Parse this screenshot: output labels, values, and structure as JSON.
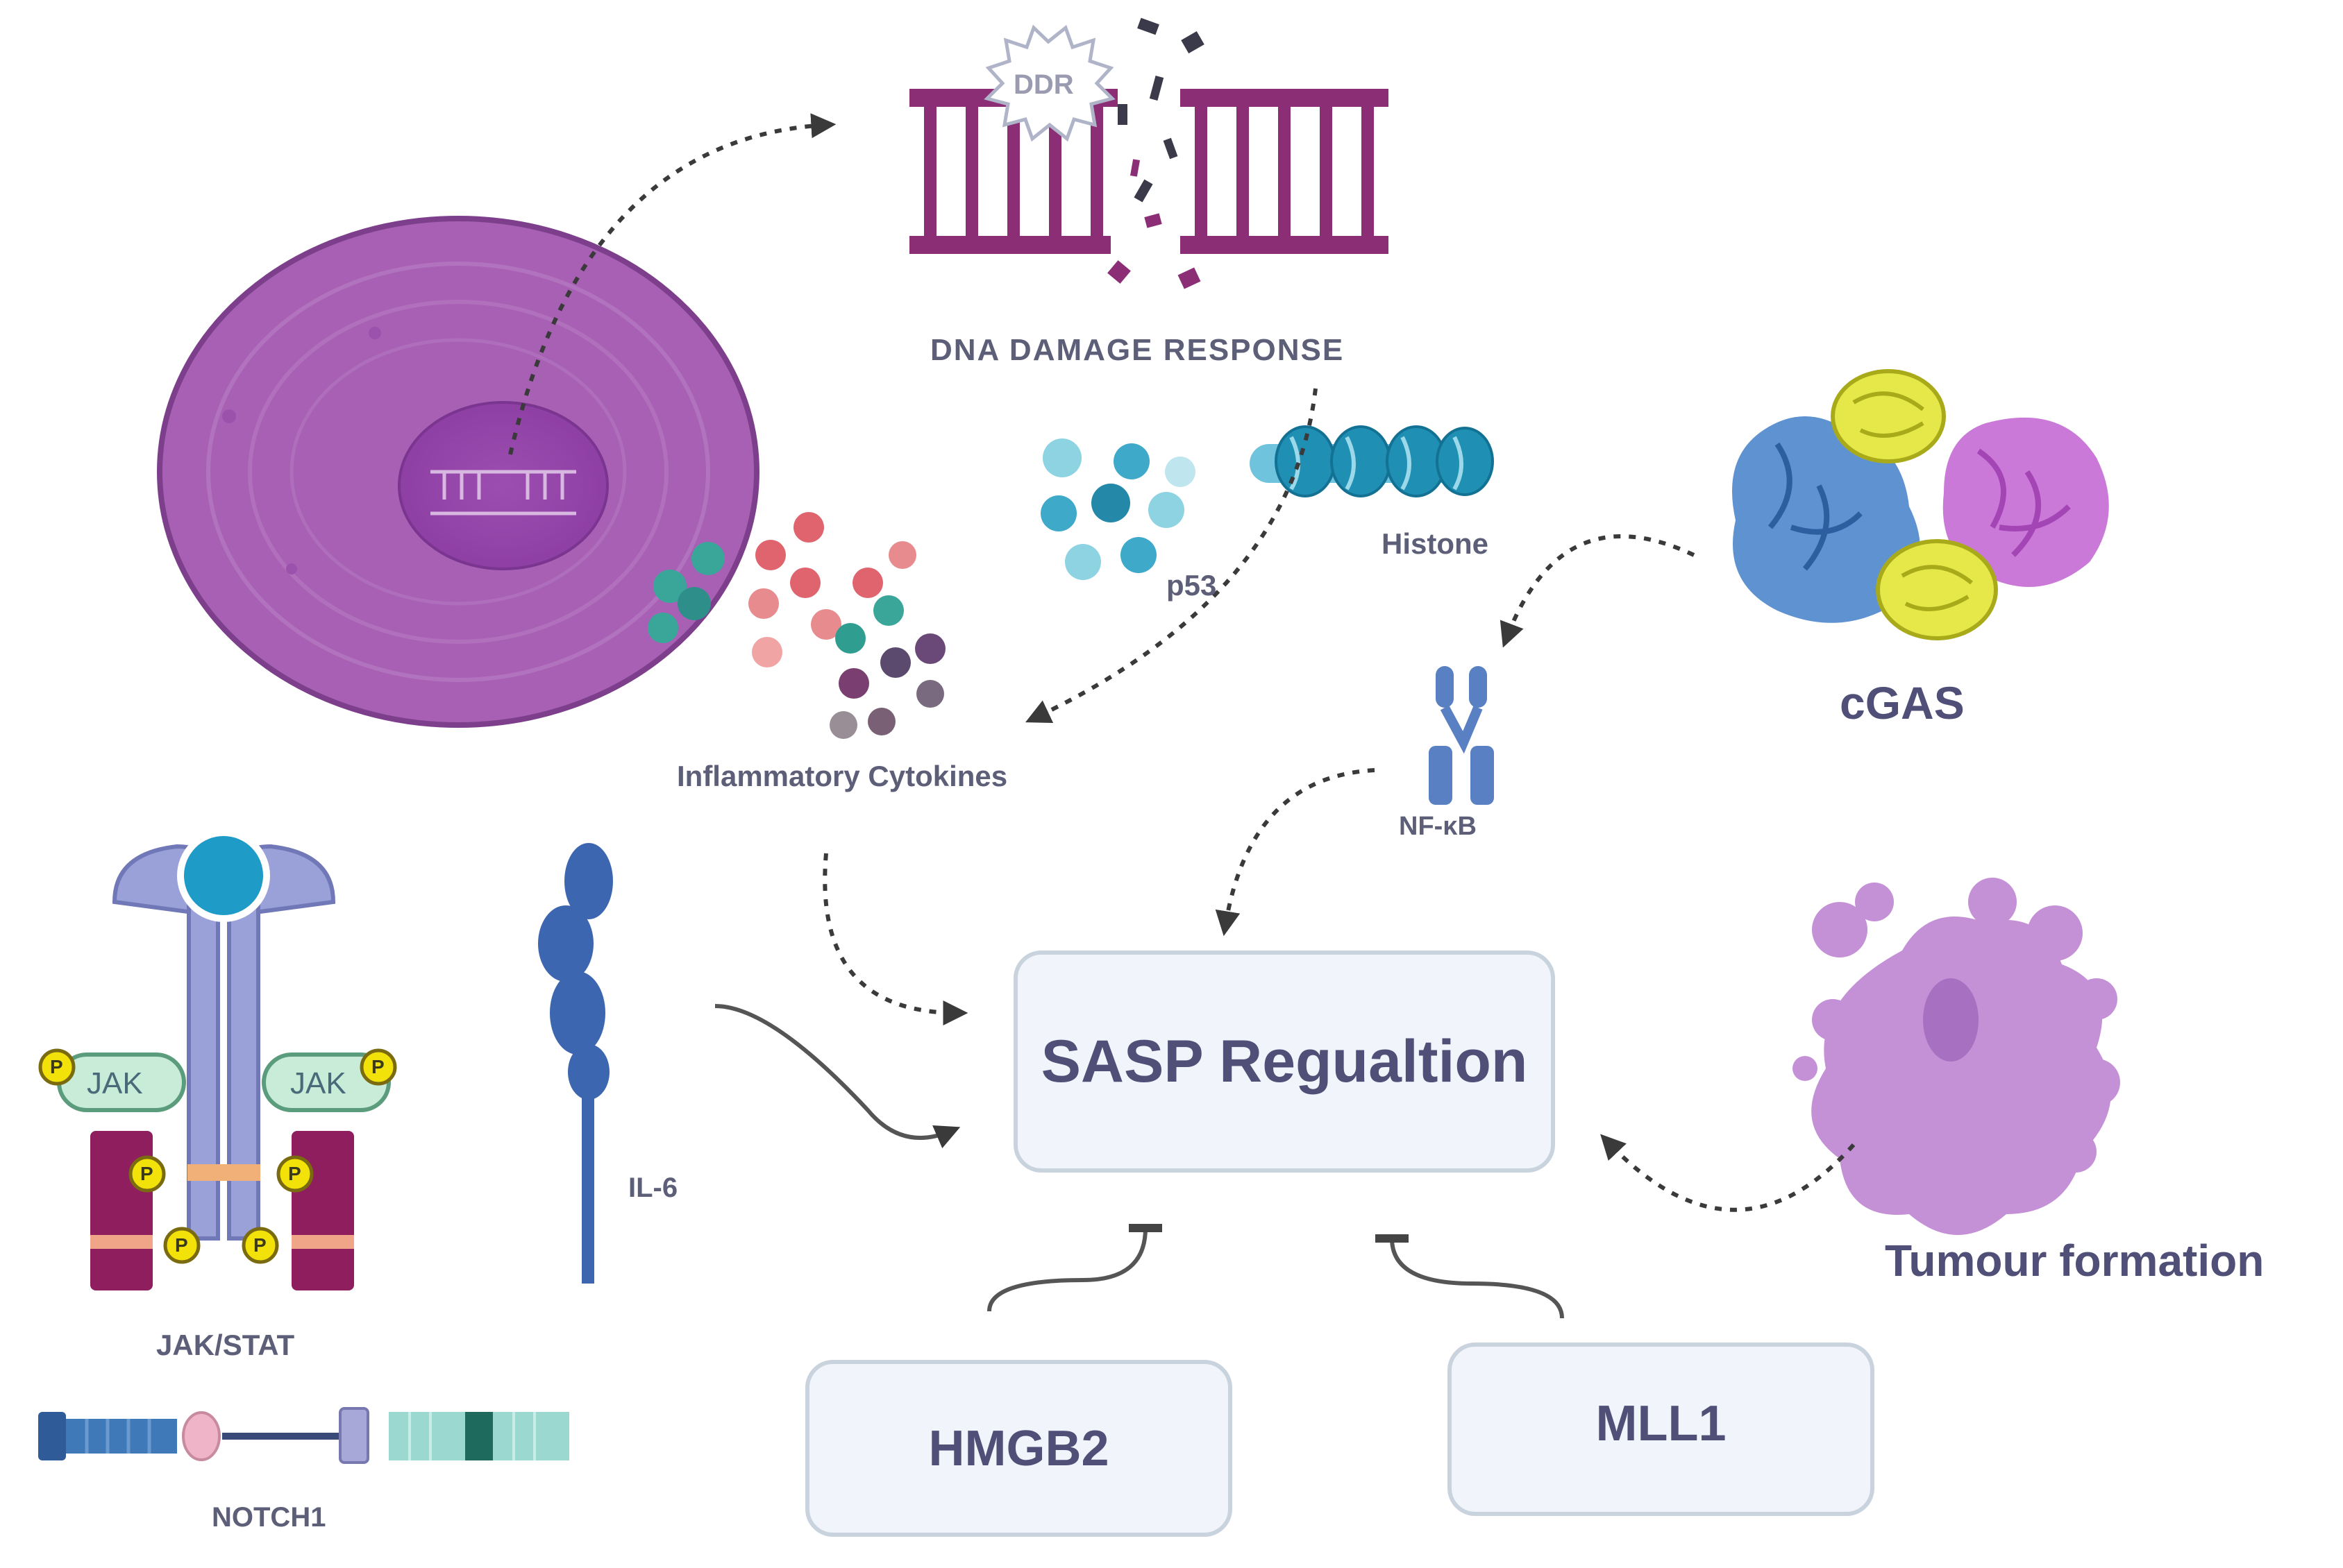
{
  "labels": {
    "ddr": "DDR",
    "dna_damage_response": "DNA DAMAGE RESPONSE",
    "histone": "Histone",
    "p53": "p53",
    "cgas": "cGAS",
    "inflammatory_cytokines": "Inflammatory Cytokines",
    "nfkb": "NF-κB",
    "il6": "IL-6",
    "jak": "JAK",
    "p": "P",
    "jak_stat": "JAK/STAT",
    "notch1": "NOTCH1",
    "tumour_formation": "Tumour formation"
  },
  "boxes": {
    "sasp": "SASP Regualtion",
    "hmgb2": "HMGB2",
    "mll1": "MLL1"
  },
  "colors": {
    "cell": "#a860b4",
    "dna": "#8c2e76",
    "label_grey": "#5d5f78",
    "box_text": "#4f4f78",
    "box_fill": "#f1f5fb",
    "box_border": "#c9d3de",
    "il6": "#3d66b0",
    "jak_purple": "#9aa0d8",
    "jak_green": "#c8ecd8",
    "stat_magenta": "#8e1e5e",
    "phospho_yellow": "#f2e20a",
    "tumour": "#c490d6",
    "cgas_blue": "#4d86cc",
    "cgas_yellow": "#e6e84a",
    "cgas_pink": "#c56ad4"
  }
}
